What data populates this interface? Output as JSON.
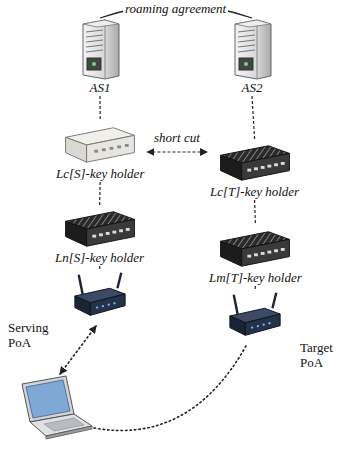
{
  "diagram": {
    "nodes": [
      {
        "text": [
          "AS1"
        ]
      },
      {
        "text": [
          "AS2"
        ]
      },
      {
        "text": [
          "Lc[S]-key holder"
        ]
      },
      {
        "text": [
          "Lc[T]-key holder"
        ]
      },
      {
        "text": [
          "Ln[S]-key holder"
        ]
      },
      {
        "text": [
          "Lm[T]-key holder"
        ]
      },
      {
        "text": [
          "Serving PoA"
        ]
      },
      {
        "text": [
          "Target PoA"
        ]
      }
    ],
    "edges": [
      {
        "from": 0,
        "to": 1,
        "arrow": "none",
        "label": "roaming agreement"
      },
      {
        "from": 0,
        "to": 2,
        "arrow": "none"
      },
      {
        "from": 2,
        "to": 3,
        "arrow": "both",
        "label": "short cut"
      },
      {
        "from": 1,
        "to": 3,
        "arrow": "none"
      },
      {
        "from": 2,
        "to": 4,
        "arrow": "none"
      },
      {
        "from": 3,
        "to": 5,
        "arrow": "none"
      },
      {
        "from": 4,
        "to": 6,
        "arrow": "none"
      },
      {
        "from": 5,
        "to": 7,
        "arrow": "none"
      }
    ]
  }
}
